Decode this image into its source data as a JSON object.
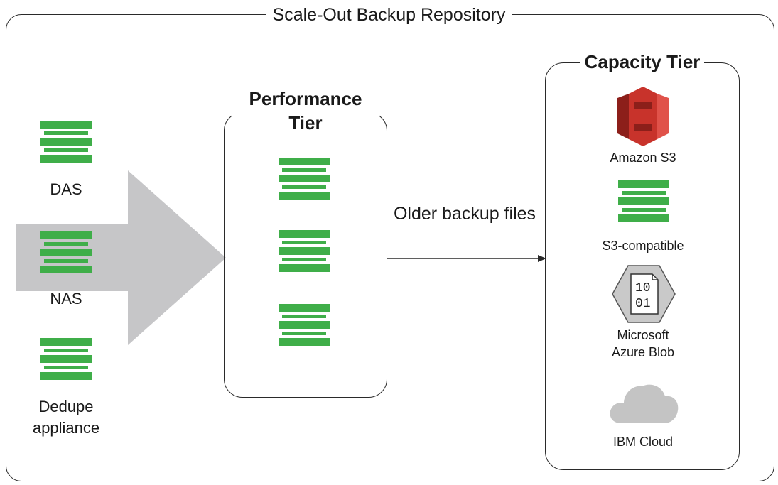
{
  "repository": {
    "title": "Scale-Out Backup Repository"
  },
  "sources": {
    "das": "DAS",
    "nas": "NAS",
    "dedupe": "Dedupe appliance"
  },
  "performance_tier": {
    "title": "Performance Tier"
  },
  "flow": {
    "label": "Older backup files"
  },
  "capacity_tier": {
    "title": "Capacity Tier",
    "items": {
      "amazon_s3": "Amazon S3",
      "s3_compatible": "S3-compatible",
      "azure": "Microsoft Azure Blob",
      "azure_glyph": "10 01",
      "ibm": "IBM Cloud"
    }
  },
  "colors": {
    "server_green": "#3fae49",
    "arrow_gray": "#c6c6c8",
    "s3_red": "#c8332b",
    "cloud_gray": "#c4c4c4",
    "line": "#2a2a2a"
  }
}
